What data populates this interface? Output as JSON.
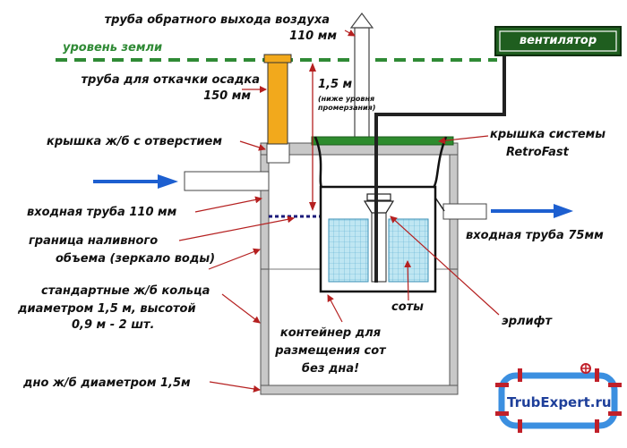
{
  "labels": {
    "air_pipe_line1": "труба обратного выхода воздуха",
    "air_pipe_line2": "110 мм",
    "ground_level": "уровень земли",
    "fan": "вентилятор",
    "sludge_pipe_line1": "труба для откачки осадка",
    "sludge_pipe_line2": "150 мм",
    "depth_value": "1,5 м",
    "depth_note_line1": "(ниже уровня",
    "depth_note_line2": "промерзания)",
    "lid_hole": "крышка ж/б с отверстием",
    "system_lid_line1": "крышка системы",
    "system_lid_line2": "RetroFast",
    "inlet_pipe": "входная труба 110 мм",
    "outlet_pipe": "входная труба 75мм",
    "fill_level_line1": "граница наливного",
    "fill_level_line2": "объема (зеркало воды)",
    "rings_line1": "стандартные ж/б кольца",
    "rings_line2": "диаметром 1,5 м, высотой",
    "rings_line3": "0,9 м - 2 шт.",
    "honeycomb": "соты",
    "airlift": "эрлифт",
    "container_line1": "контейнер для",
    "container_line2": "размещения сот",
    "container_line3": "без дна!",
    "bottom": "дно ж/б диаметром 1,5м"
  },
  "logo": {
    "text": "TrubExpert.ru"
  },
  "colors": {
    "ground_dash": "#2f8a35",
    "fan_box": "#1f5e1f",
    "sludge_pipe": "#f2a91c",
    "flow_arrow": "#1d5fd0",
    "tank_wall": "#c8c8c8",
    "system_lid": "#2d8b2d",
    "honeycomb_fill": "#bfe6f2",
    "water_line": "#1a1a7a",
    "pointer_arrow": "#b52020",
    "logo_pipe": "#3b8fe0",
    "logo_flange": "#c0202a"
  }
}
